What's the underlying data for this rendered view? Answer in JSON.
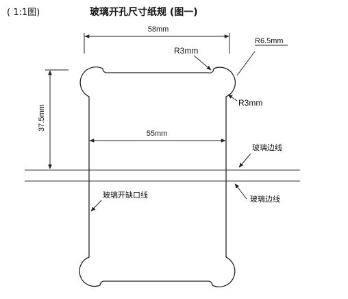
{
  "header": {
    "scale": "( 1:1图)",
    "title": "玻璃开孔尺寸纸规 (图一)"
  },
  "dimensions": {
    "top_width": "58mm",
    "inner_width": "55mm",
    "height": "37.5mm",
    "corner_radius": "R6.5mm",
    "fillet_top": "R3mm",
    "fillet_side": "R3mm"
  },
  "annotations": {
    "glass_edge_upper": "玻璃边线",
    "glass_edge_lower": "玻璃边线",
    "cutout_line": "玻璃开缺口线"
  },
  "colors": {
    "stroke": "#222222",
    "text": "#111111",
    "background": "#ffffff"
  }
}
